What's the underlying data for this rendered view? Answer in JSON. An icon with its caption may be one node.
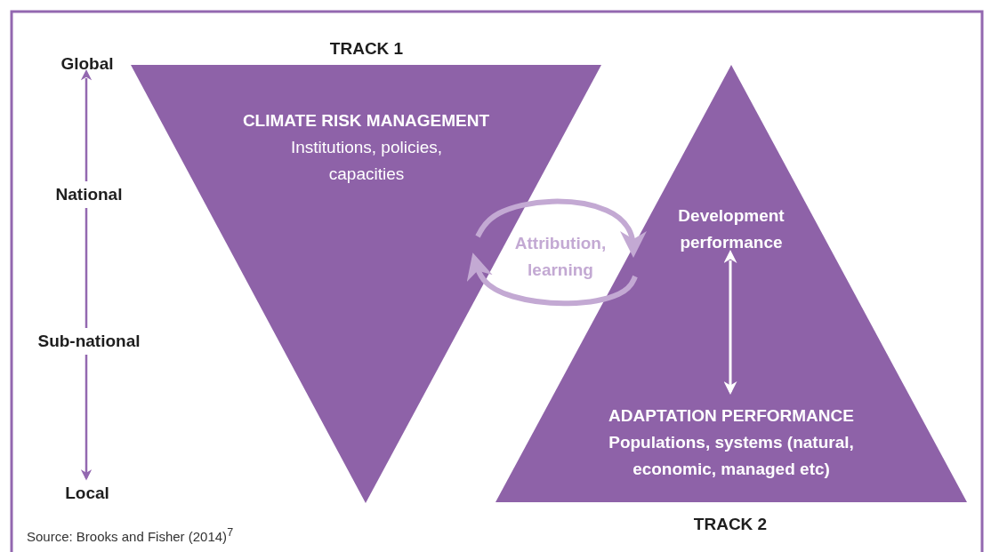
{
  "diagram": {
    "caption": "Source: Brooks and Fisher (2014)$^{7}$",
    "nodes": [
      {
        "text": [
          "TRACK 1",
          "CLIMATE RISK MANAGEMENT",
          "Institutions, policies, capacities"
        ]
      },
      {
        "text": [
          "TRACK 2"
        ]
      },
      {
        "text": [
          "Development performance"
        ],
        "in": 1
      },
      {
        "text": [
          "ADAPTATION PERFORMANCE",
          "Populations, systems (natural, economic, managed etc)"
        ],
        "in": 1
      },
      {
        "text": [
          "Global"
        ]
      },
      {
        "text": [
          "Local"
        ]
      }
    ],
    "edges": [
      {
        "from": 2,
        "to": 3,
        "arrow": "both",
        "color": "#ffffff"
      },
      {
        "from": 4,
        "to": 5,
        "arrow": "both",
        "color": "#9368b0"
      },
      {
        "from": 0,
        "to": 1,
        "arrow": "to",
        "color": "#c3a9d3",
        "style": "thick"
      },
      {
        "from": 1,
        "to": 0,
        "arrow": "to",
        "color": "#c3a9d3",
        "style": "thick"
      }
    ],
    "labels": [
      "National",
      "Sub-national",
      "Attribution, learning"
    ]
  }
}
